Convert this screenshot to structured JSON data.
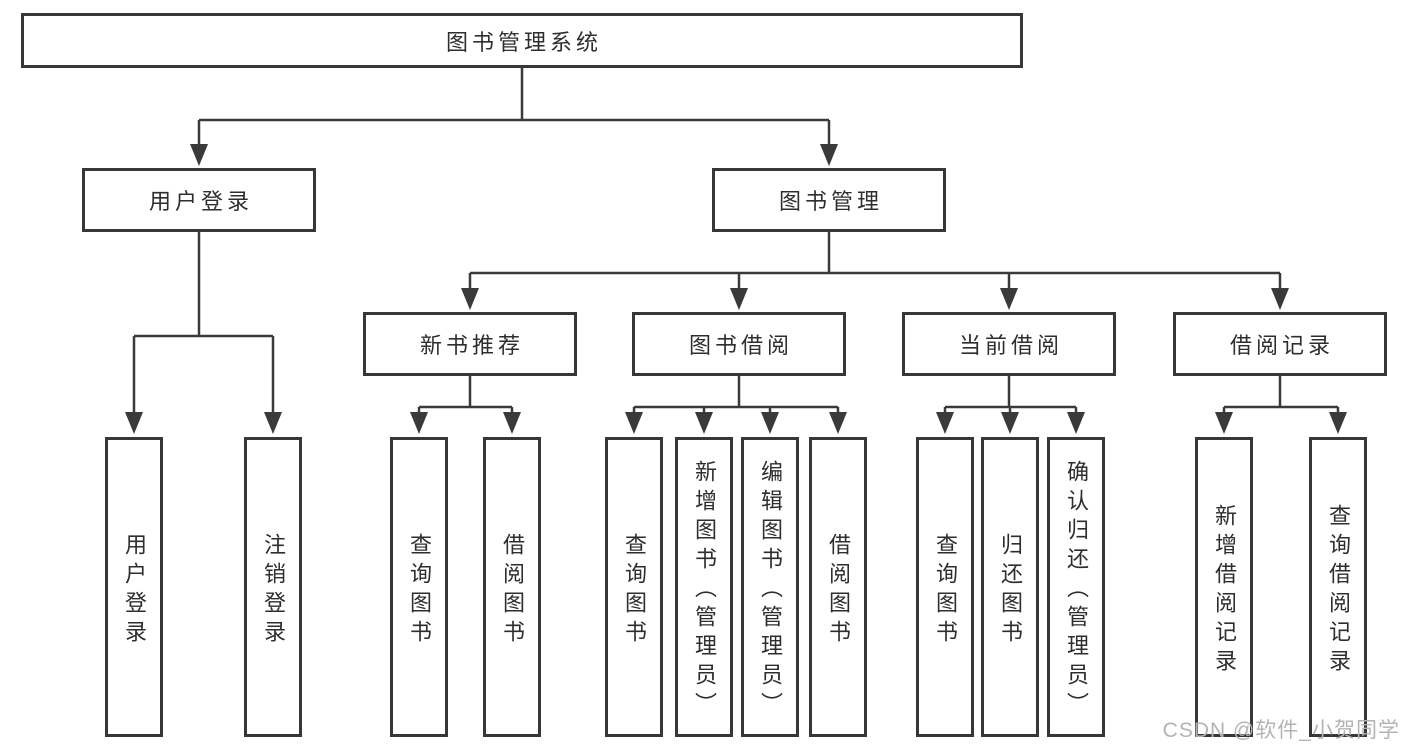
{
  "diagram": {
    "root": {
      "label": "图书管理系统",
      "children": [
        {
          "label": "用户登录",
          "children": [
            {
              "label": "用户登录"
            },
            {
              "label": "注销登录"
            }
          ]
        },
        {
          "label": "图书管理",
          "children": [
            {
              "label": "新书推荐",
              "children": [
                {
                  "label": "查询图书"
                },
                {
                  "label": "借阅图书"
                }
              ]
            },
            {
              "label": "图书借阅",
              "children": [
                {
                  "label": "查询图书"
                },
                {
                  "label": "新增图书（管理员）"
                },
                {
                  "label": "编辑图书（管理员）"
                },
                {
                  "label": "借阅图书"
                }
              ]
            },
            {
              "label": "当前借阅",
              "children": [
                {
                  "label": "查询图书"
                },
                {
                  "label": "归还图书"
                },
                {
                  "label": "确认归还（管理员）"
                }
              ]
            },
            {
              "label": "借阅记录",
              "children": [
                {
                  "label": "新增借阅记录"
                },
                {
                  "label": "查询借阅记录"
                }
              ]
            }
          ]
        }
      ]
    }
  },
  "watermark": {
    "text": "CSDN @软件_小贺同学"
  },
  "colors": {
    "line": "#3a3a3a",
    "box_border": "#373737",
    "box_fill": "#ffffff",
    "text": "#2e2e2e",
    "watermark": "#b3b3b3",
    "background": "#ffffff"
  }
}
